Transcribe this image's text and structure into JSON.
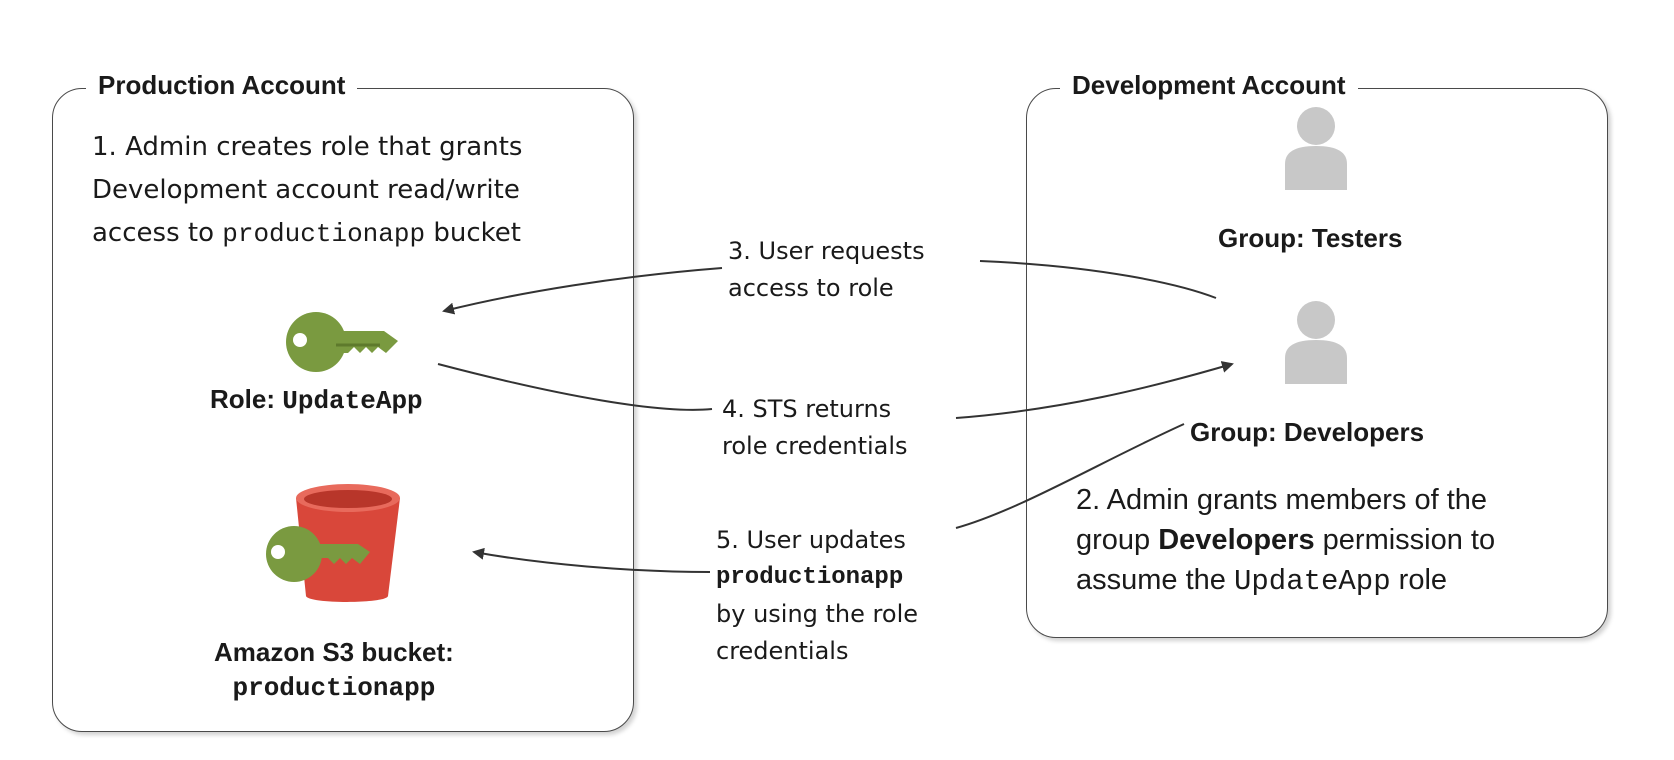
{
  "production": {
    "title": "Production Account",
    "note": {
      "line1": "1. Admin creates role that grants",
      "line2": "Development account read/write",
      "line3_pre": "access to ",
      "line3_code": "productionapp",
      "line3_post": " bucket"
    },
    "role_label": "Role: ",
    "role_name": "UpdateApp",
    "bucket_label": "Amazon S3 bucket:",
    "bucket_name": "productionapp"
  },
  "development": {
    "title": "Development Account",
    "group_testers": "Group: Testers",
    "group_developers": "Group: Developers",
    "note": {
      "line1": "2. Admin grants members of the",
      "line2_pre": "group ",
      "line2_bold": "Developers",
      "line2_post": " permission to",
      "line3_pre": "assume the ",
      "line3_code": "UpdateApp",
      "line3_post": " role"
    }
  },
  "steps": {
    "step3": {
      "line1": "3. User requests",
      "line2": "access to role"
    },
    "step4": {
      "line1": "4. STS returns",
      "line2": "role credentials"
    },
    "step5": {
      "line1": "5. User updates",
      "line2_code": "productionapp",
      "line3": "by using the role",
      "line4": "credentials"
    }
  },
  "icons": {
    "key": "key-icon",
    "bucket": "s3-bucket-icon",
    "user": "user-group-icon"
  },
  "colors": {
    "key_green": "#7a9a40",
    "bucket_red": "#d9473a",
    "user_gray": "#c8c8c8",
    "border": "#4a4a4a"
  }
}
